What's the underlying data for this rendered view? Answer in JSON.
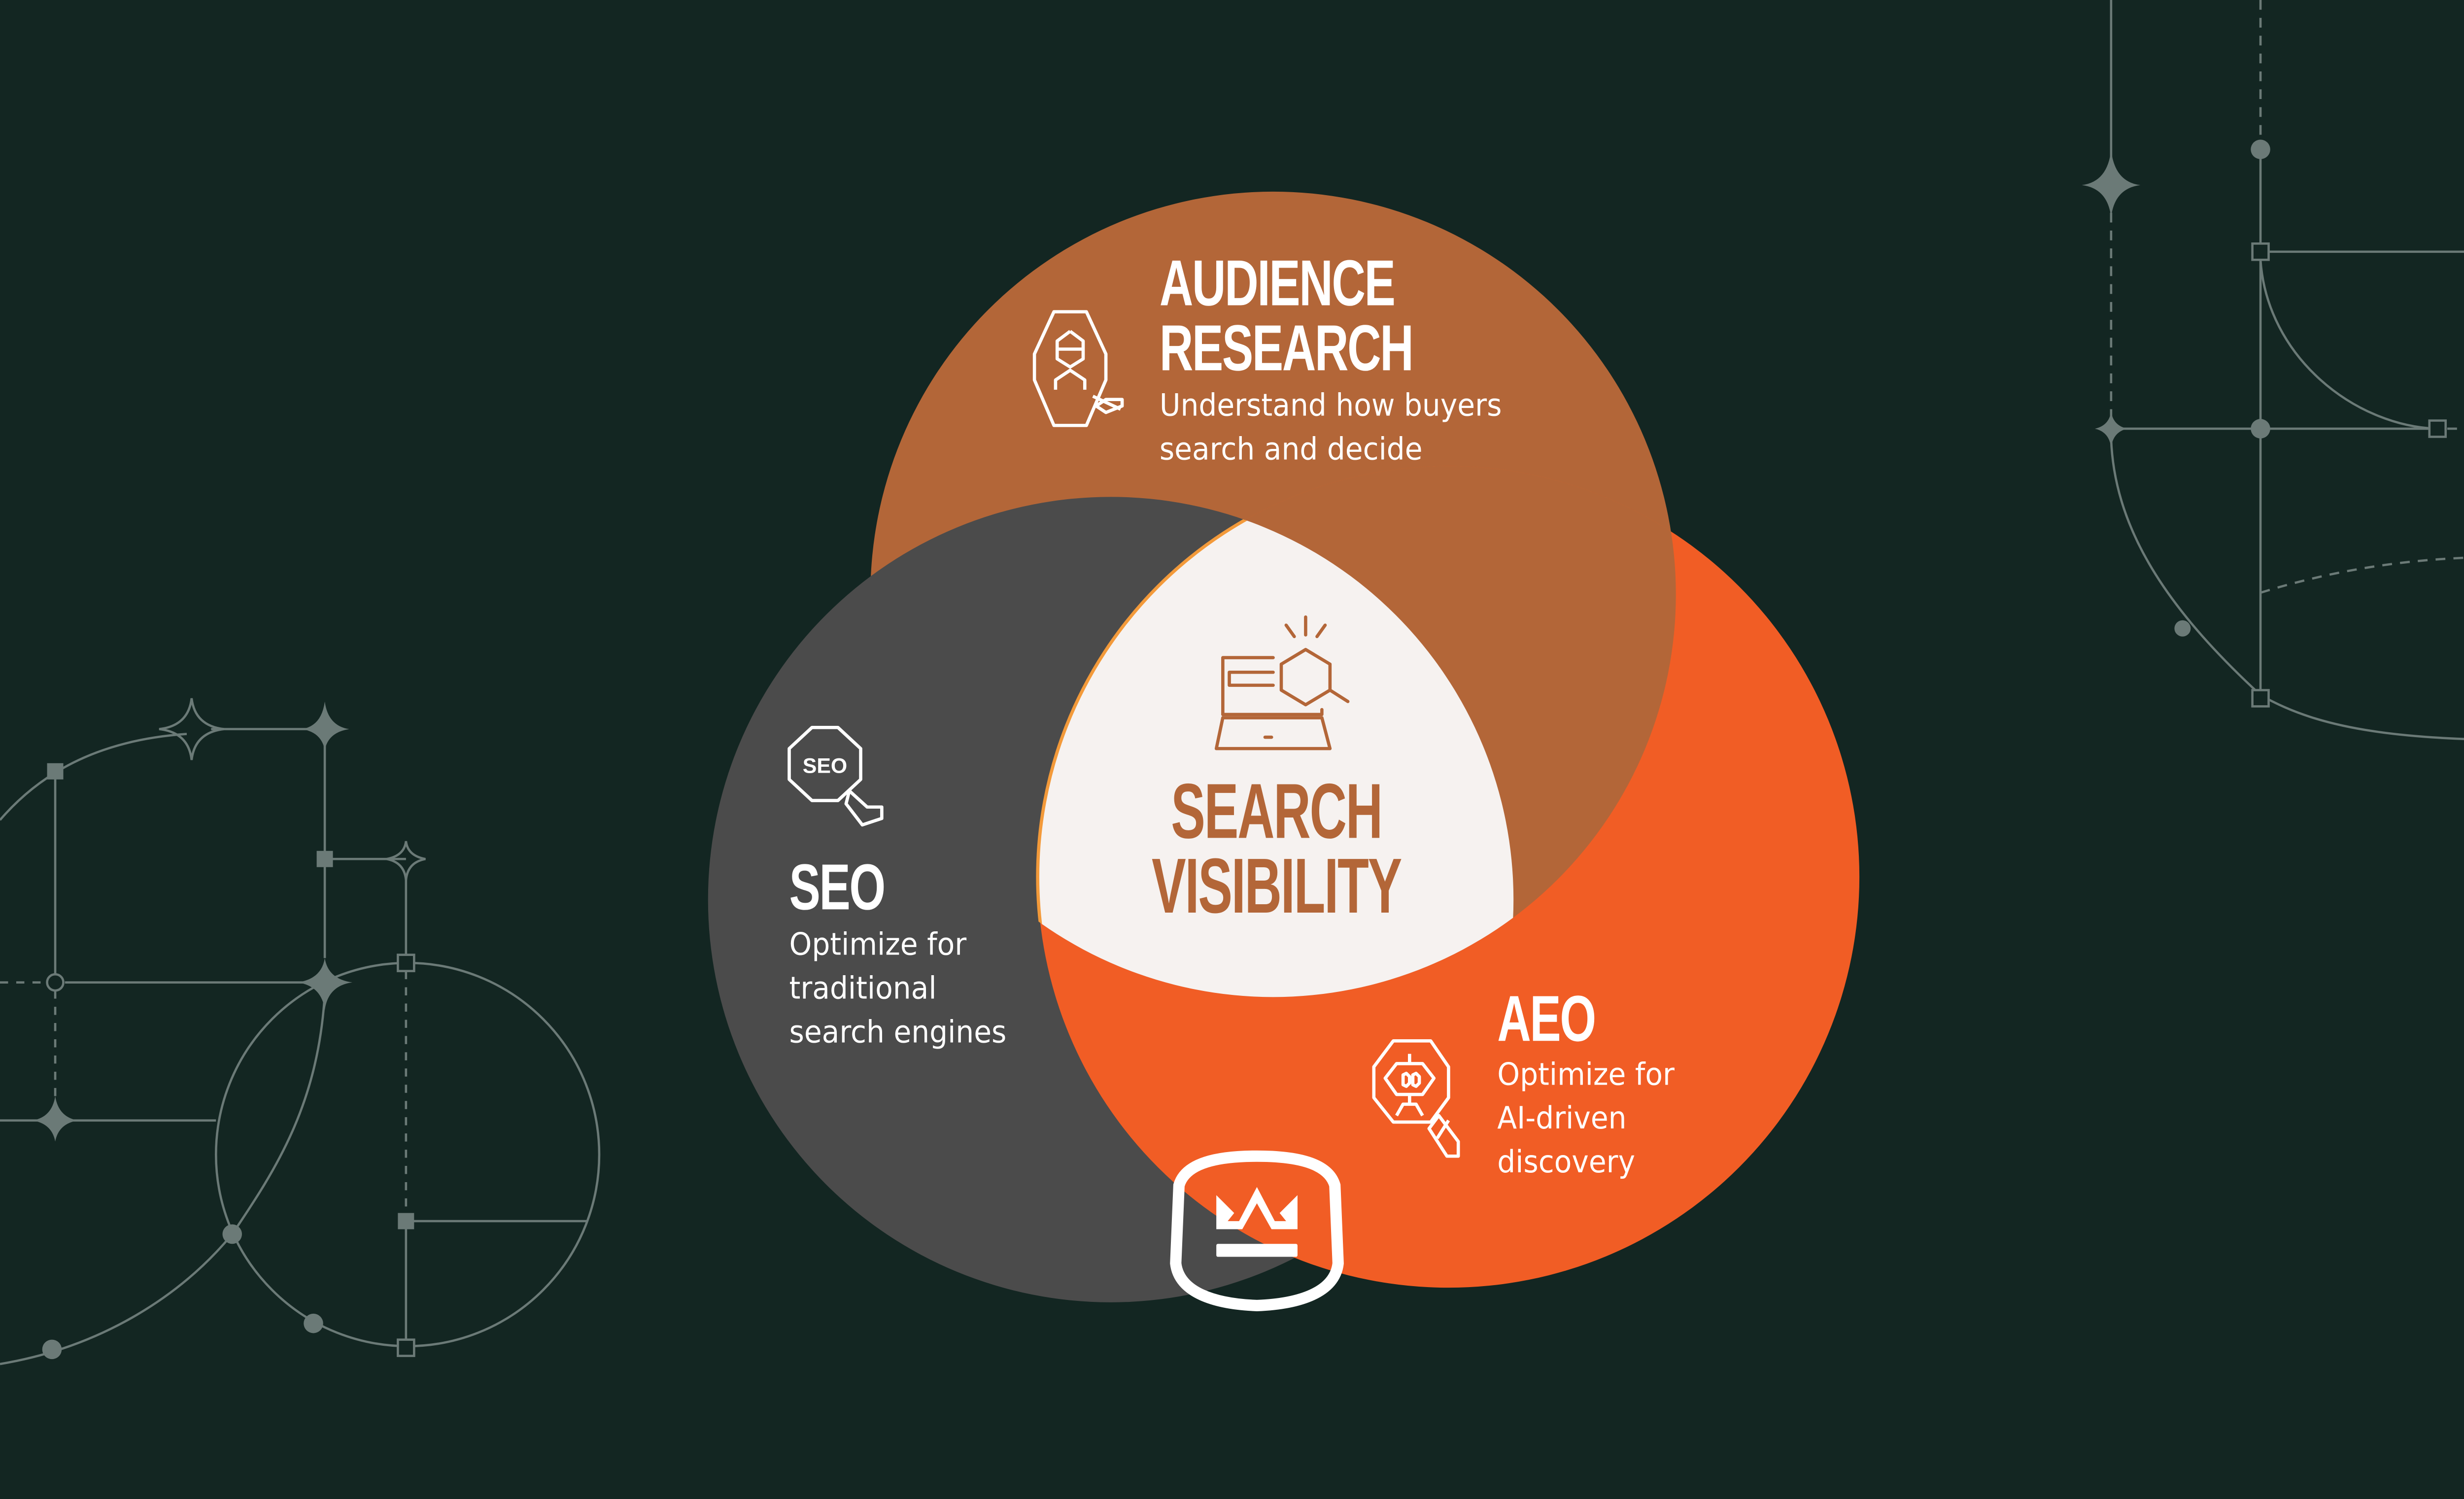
{
  "diagram": {
    "type": "venn",
    "background_color": "#132622",
    "center": {
      "label_line1": "SEARCH",
      "label_line2": "VISIBILITY",
      "color": "#F6F2F0",
      "text_color": "#B36638",
      "icon": "laptop-search-icon"
    },
    "circles": [
      {
        "id": "audience-research",
        "title_line1": "AUDIENCE",
        "title_line2": "RESEARCH",
        "desc_line1": "Understand how buyers",
        "desc_line2": "search and decide",
        "color": "#B36638",
        "icon": "audience-search-icon"
      },
      {
        "id": "seo",
        "title_line1": "SEO",
        "desc_line1": "Optimize for",
        "desc_line2": "traditional",
        "desc_line3": "search engines",
        "color": "#4B4B4B",
        "icon": "seo-search-icon",
        "icon_text": "SEO"
      },
      {
        "id": "aeo",
        "title_line1": "AEO",
        "desc_line1": "Optimize for",
        "desc_line2": "AI-driven",
        "desc_line3": "discovery",
        "color": "#F15D25",
        "icon": "robot-search-icon"
      }
    ],
    "logo": "crown-logo-icon",
    "decor_color": "#6B7A77"
  }
}
